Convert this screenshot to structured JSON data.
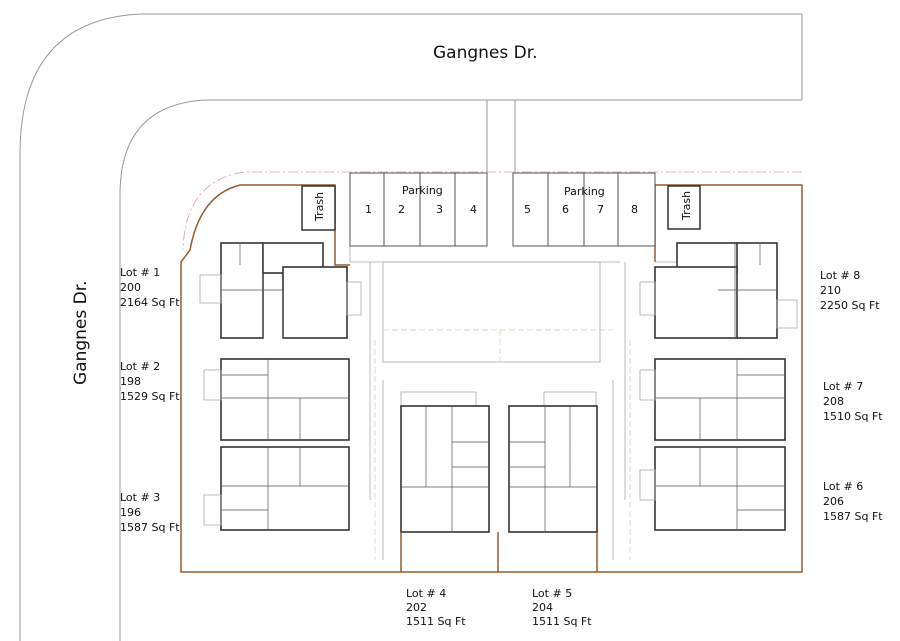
{
  "streets": {
    "top": "Gangnes Dr.",
    "left": "Gangnes Dr."
  },
  "parking": {
    "left_label": "Parking",
    "right_label": "Parking",
    "spaces": [
      "1",
      "2",
      "3",
      "4",
      "5",
      "6",
      "7",
      "8"
    ]
  },
  "trash": {
    "left": "Trash",
    "right": "Trash"
  },
  "lots": [
    {
      "name": "Lot # 1",
      "number": "200",
      "area": "2164 Sq Ft"
    },
    {
      "name": "Lot # 2",
      "number": "198",
      "area": "1529 Sq Ft"
    },
    {
      "name": "Lot # 3",
      "number": "196",
      "area": "1587 Sq Ft"
    },
    {
      "name": "Lot # 4",
      "number": "202",
      "area": "1511 Sq Ft"
    },
    {
      "name": "Lot # 5",
      "number": "204",
      "area": "1511 Sq Ft"
    },
    {
      "name": "Lot # 6",
      "number": "206",
      "area": "1587 Sq Ft"
    },
    {
      "name": "Lot # 7",
      "number": "208",
      "area": "1510 Sq Ft"
    },
    {
      "name": "Lot # 8",
      "number": "210",
      "area": "2250 Sq Ft"
    }
  ]
}
